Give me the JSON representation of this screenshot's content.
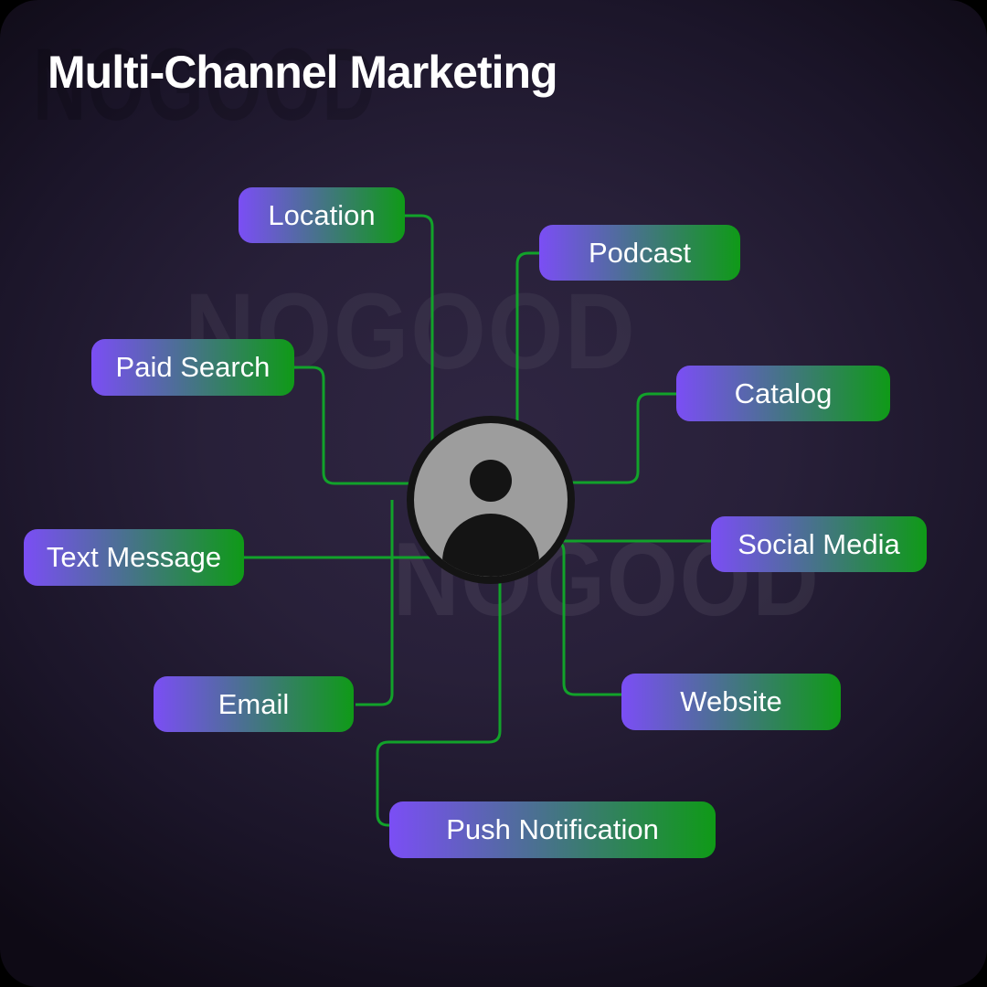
{
  "title": "Multi-Channel Marketing",
  "watermark": "NOGOOD",
  "center": {
    "icon": "person-avatar-icon"
  },
  "channels": [
    {
      "id": "location",
      "label": "Location"
    },
    {
      "id": "podcast",
      "label": "Podcast"
    },
    {
      "id": "paid-search",
      "label": "Paid Search"
    },
    {
      "id": "catalog",
      "label": "Catalog"
    },
    {
      "id": "text-message",
      "label": "Text Message"
    },
    {
      "id": "social-media",
      "label": "Social Media"
    },
    {
      "id": "email",
      "label": "Email"
    },
    {
      "id": "website",
      "label": "Website"
    },
    {
      "id": "push-notification",
      "label": "Push Notification"
    }
  ],
  "colors": {
    "connector_green": "#12a22a",
    "pill_gradient_start": "#7b4ef5",
    "pill_gradient_end": "#0f9a17",
    "title_text": "#ffffff",
    "avatar_fill": "#9d9d9d",
    "avatar_dark": "#141414"
  }
}
